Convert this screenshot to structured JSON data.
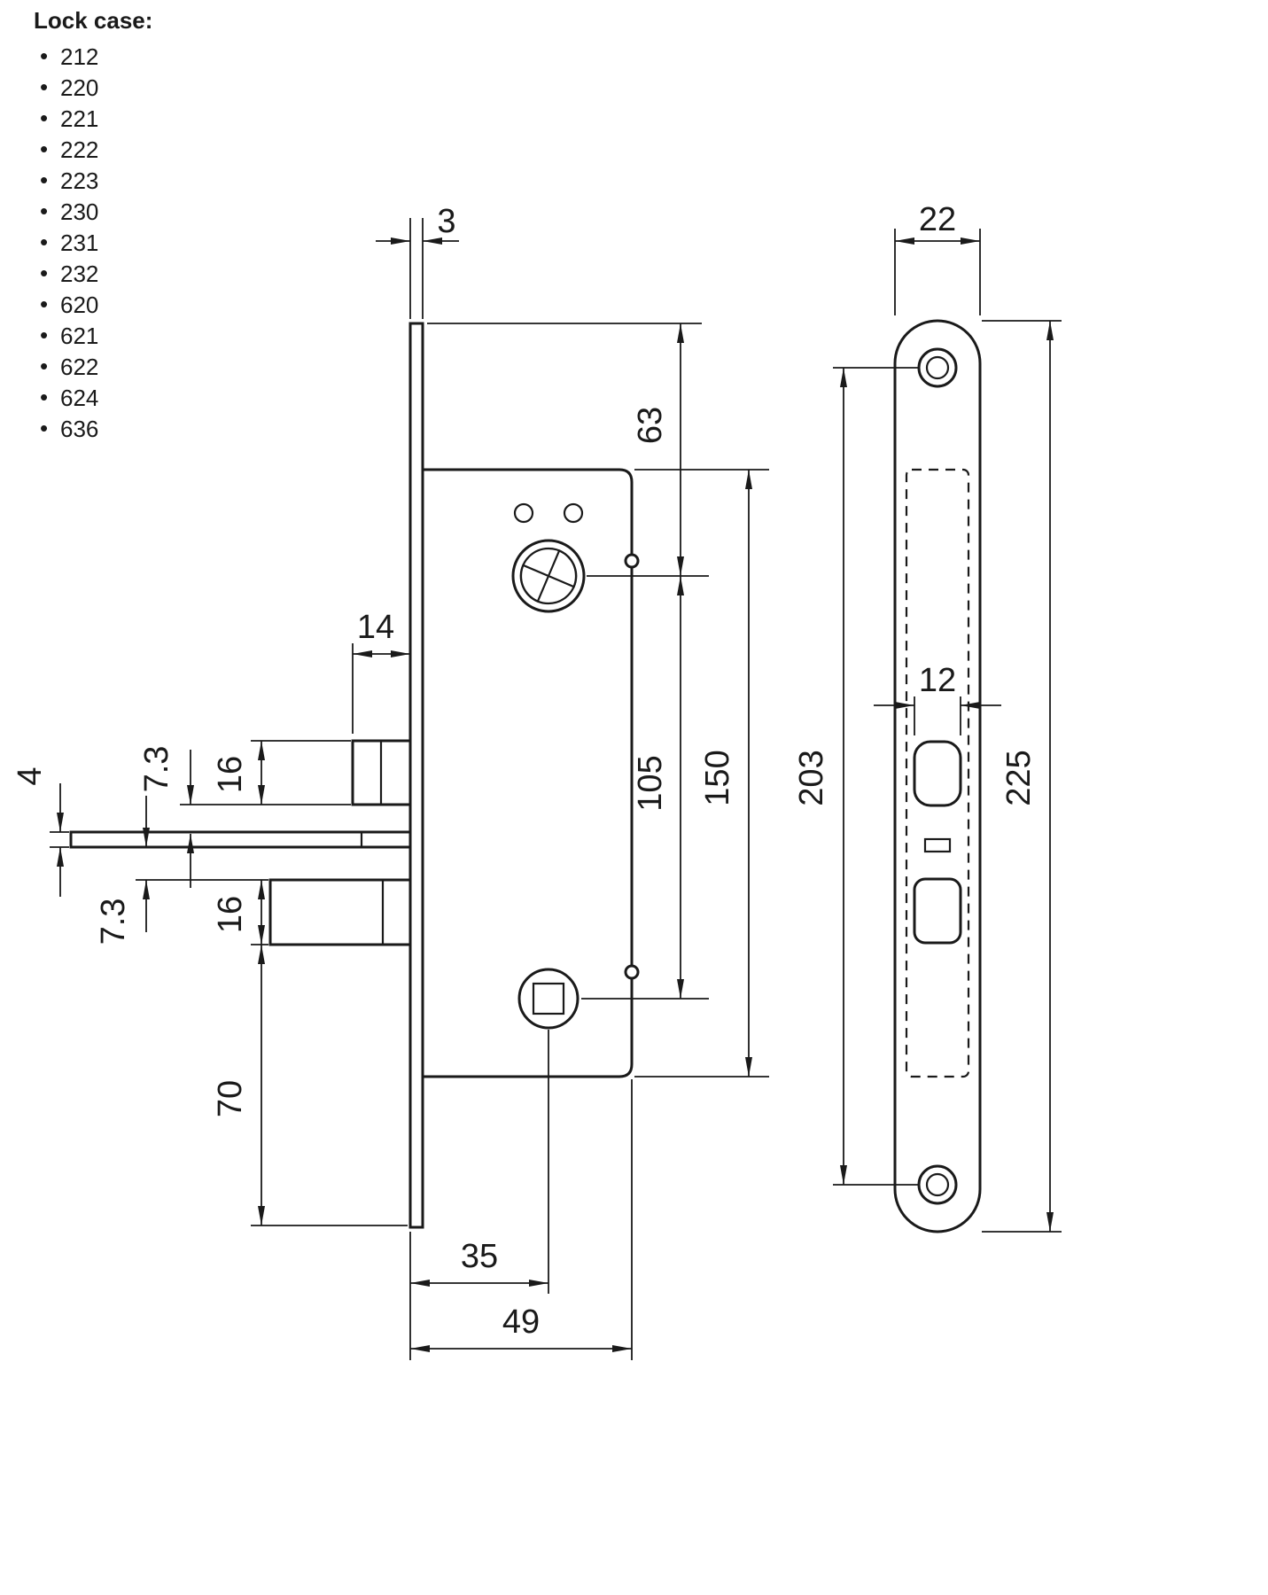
{
  "lock_case_list": {
    "title": "Lock case:",
    "items": [
      "212",
      "220",
      "221",
      "222",
      "223",
      "230",
      "231",
      "232",
      "620",
      "621",
      "622",
      "624",
      "636"
    ]
  },
  "side_view": {
    "dims": {
      "faceplate_thickness": "3",
      "cylinder_from_top": "63",
      "latch_protrusion": "14",
      "latch_gap": "7.3",
      "latch_height": "16",
      "strip_thickness": "4",
      "deadbolt_gap": "7.3",
      "deadbolt_height": "16",
      "deadbolt_to_bottom": "70",
      "cylinder_to_follower": "105",
      "case_height": "150",
      "backset": "35",
      "case_depth": "49"
    }
  },
  "front_view": {
    "dims": {
      "plate_width": "22",
      "cutout_width": "12",
      "screw_centers": "203",
      "plate_height": "225"
    }
  }
}
